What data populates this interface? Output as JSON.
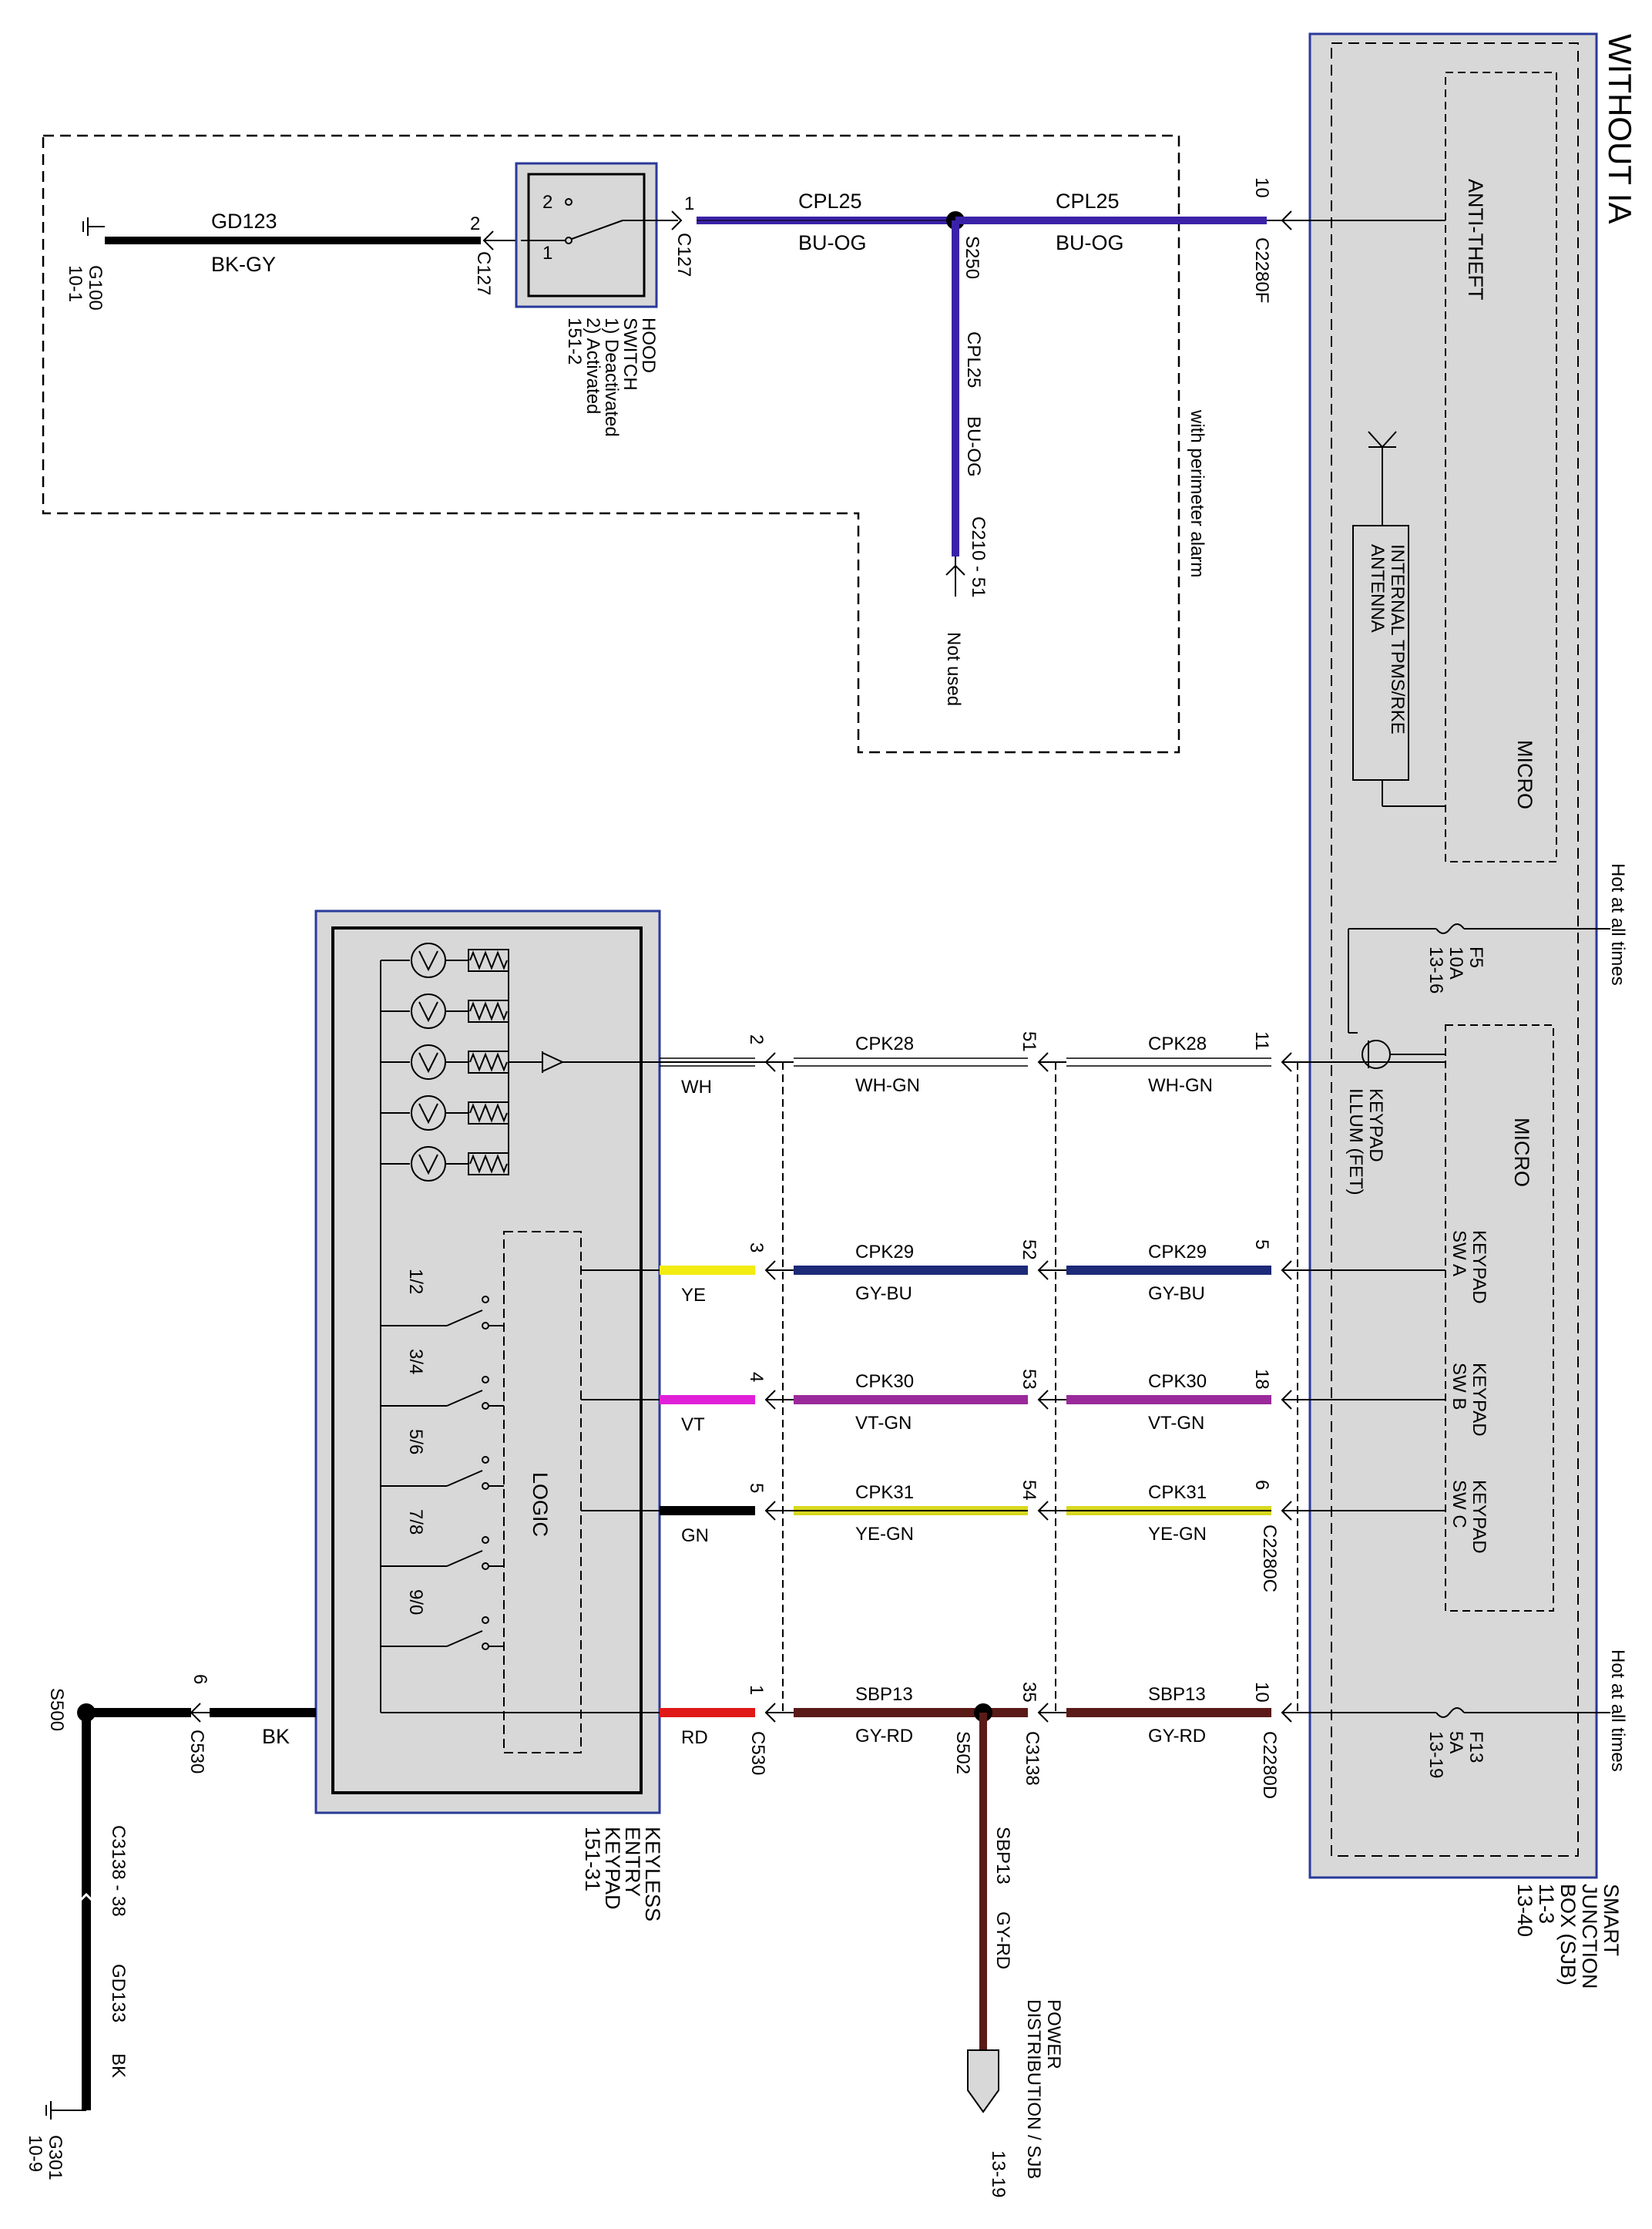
{
  "title": "WITHOUT IA",
  "colors": {
    "bu_og": "#3a22a8",
    "gy_bu": "#1c2a78",
    "vt_gn": "#9a2a9a",
    "vt": "#e020d8",
    "ye": "#f2ec10",
    "ye_gn": "#d8d820",
    "gy_rd": "#5a1a18",
    "rd": "#e01818",
    "bk": "#000000",
    "module_fill": "#d8d8d8",
    "module_border": "#2a3a9a"
  },
  "sjb": {
    "name_lines": [
      "SMART",
      "JUNCTION",
      "BOX (SJB)",
      "11-3",
      "13-40"
    ],
    "anti_theft": "ANTI-THEFT",
    "micro_top": "MICRO",
    "micro_bottom": "MICRO",
    "antenna_lines": [
      "INTERNAL TPMS/RKE",
      "ANTENNA"
    ],
    "hot_top": "Hot at all times",
    "hot_bottom": "Hot at all times",
    "fuse_top_lines": [
      "F5",
      "10A",
      "13-16"
    ],
    "fuse_bottom_lines": [
      "F13",
      "5A",
      "13-19"
    ],
    "keypad_illum_lines": [
      "KEYPAD",
      "ILLUM (FET)"
    ],
    "sw_a_lines": [
      "KEYPAD",
      "SW A"
    ],
    "sw_b_lines": [
      "KEYPAD",
      "SW B"
    ],
    "sw_c_lines": [
      "KEYPAD",
      "SW C"
    ]
  },
  "hood_section": {
    "perimeter_label": "with perimeter alarm",
    "g100_lines": [
      "G100",
      "10-1"
    ],
    "gd123": "GD123",
    "bk_gy": "BK-GY",
    "pin_2": "2",
    "c127_left": "C127",
    "hood_switch_lines": [
      "HOOD",
      "SWITCH",
      "1) Deactivated",
      "2) Activated",
      "151-2"
    ],
    "sw_pos_2": "2",
    "sw_pos_1": "1",
    "pin_1": "1",
    "c127_right": "C127",
    "cpl25_left": "CPL25",
    "bu_og_left": "BU-OG",
    "s250": "S250",
    "cpl25_right": "CPL25",
    "bu_og_right": "BU-OG",
    "pin_10": "10",
    "c2280f": "C2280F",
    "cpl25_branch": "CPL25",
    "bu_og_branch": "BU-OG",
    "c210": "C210 - 51",
    "not_used": "Not used"
  },
  "keypad": {
    "name_lines": [
      "KEYLESS",
      "ENTRY",
      "KEYPAD",
      "151-31"
    ],
    "logic": "LOGIC",
    "switches": [
      "1/2",
      "3/4",
      "5/6",
      "7/8",
      "9/0"
    ]
  },
  "wires": [
    {
      "kp_pin": "2",
      "kp_color": "WH",
      "mid_circuit": "CPK28",
      "mid_color": "WH-GN",
      "mid_pin": "51",
      "sjb_circuit": "CPK28",
      "sjb_color": "WH-GN",
      "sjb_pin": "11"
    },
    {
      "kp_pin": "3",
      "kp_color": "YE",
      "mid_circuit": "CPK29",
      "mid_color": "GY-BU",
      "mid_pin": "52",
      "sjb_circuit": "CPK29",
      "sjb_color": "GY-BU",
      "sjb_pin": "5"
    },
    {
      "kp_pin": "4",
      "kp_color": "VT",
      "mid_circuit": "CPK30",
      "mid_color": "VT-GN",
      "mid_pin": "53",
      "sjb_circuit": "CPK30",
      "sjb_color": "VT-GN",
      "sjb_pin": "18"
    },
    {
      "kp_pin": "5",
      "kp_color": "GN",
      "mid_circuit": "CPK31",
      "mid_color": "YE-GN",
      "mid_pin": "54",
      "sjb_circuit": "CPK31",
      "sjb_color": "YE-GN",
      "sjb_pin": "6"
    },
    {
      "kp_pin": "1",
      "kp_color": "RD",
      "mid_circuit": "SBP13",
      "mid_color": "GY-RD",
      "mid_pin": "35",
      "sjb_circuit": "SBP13",
      "sjb_color": "GY-RD",
      "sjb_pin": "10"
    }
  ],
  "connectors": {
    "c2280c": "C2280C",
    "c2280d": "C2280D",
    "c3138": "C3138",
    "c530_kp": "C530",
    "s502": "S502",
    "sbp13_v": "SBP13",
    "gy_rd_v": "GY-RD",
    "power_dist_lines": [
      "POWER",
      "DISTRIBUTION / SJB"
    ],
    "pd_ref": "13-19"
  },
  "ground_bottom": {
    "bk": "BK",
    "pin_6": "6",
    "c530": "C530",
    "s500": "S500",
    "c3138_38": "C3138 - 38",
    "gd133": "GD133",
    "bk2": "BK",
    "g301_lines": [
      "G301",
      "10-9"
    ]
  }
}
